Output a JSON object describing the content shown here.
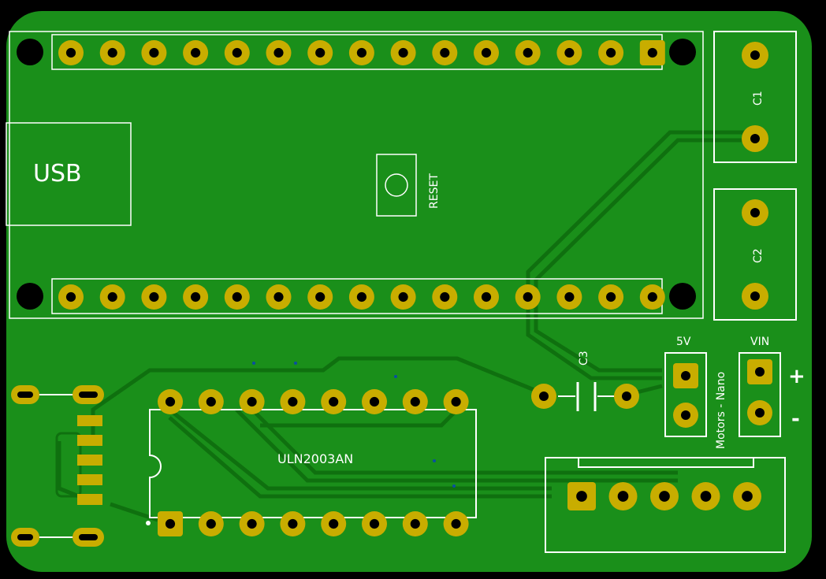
{
  "board": {
    "colors": {
      "background": "#000000",
      "soldermask": "#1a8f1a",
      "trace": "#0f700f",
      "silkscreen": "#ffffff",
      "pad": "#c8ad00",
      "drill": "#000000"
    }
  },
  "labels": {
    "usb": "USB",
    "reset": "RESET",
    "c1": "C1",
    "c2": "C2",
    "c3": "C3",
    "v5": "5V",
    "vin": "VIN",
    "motors_nano": "Motors - Nano",
    "plus": "+",
    "minus": "-",
    "chip": "ULN2003AN"
  },
  "components": {
    "nano_header_top_pins": 15,
    "nano_header_bottom_pins": 15,
    "uln2003_pins_per_row": 8,
    "motor_connector_pins": 5
  }
}
